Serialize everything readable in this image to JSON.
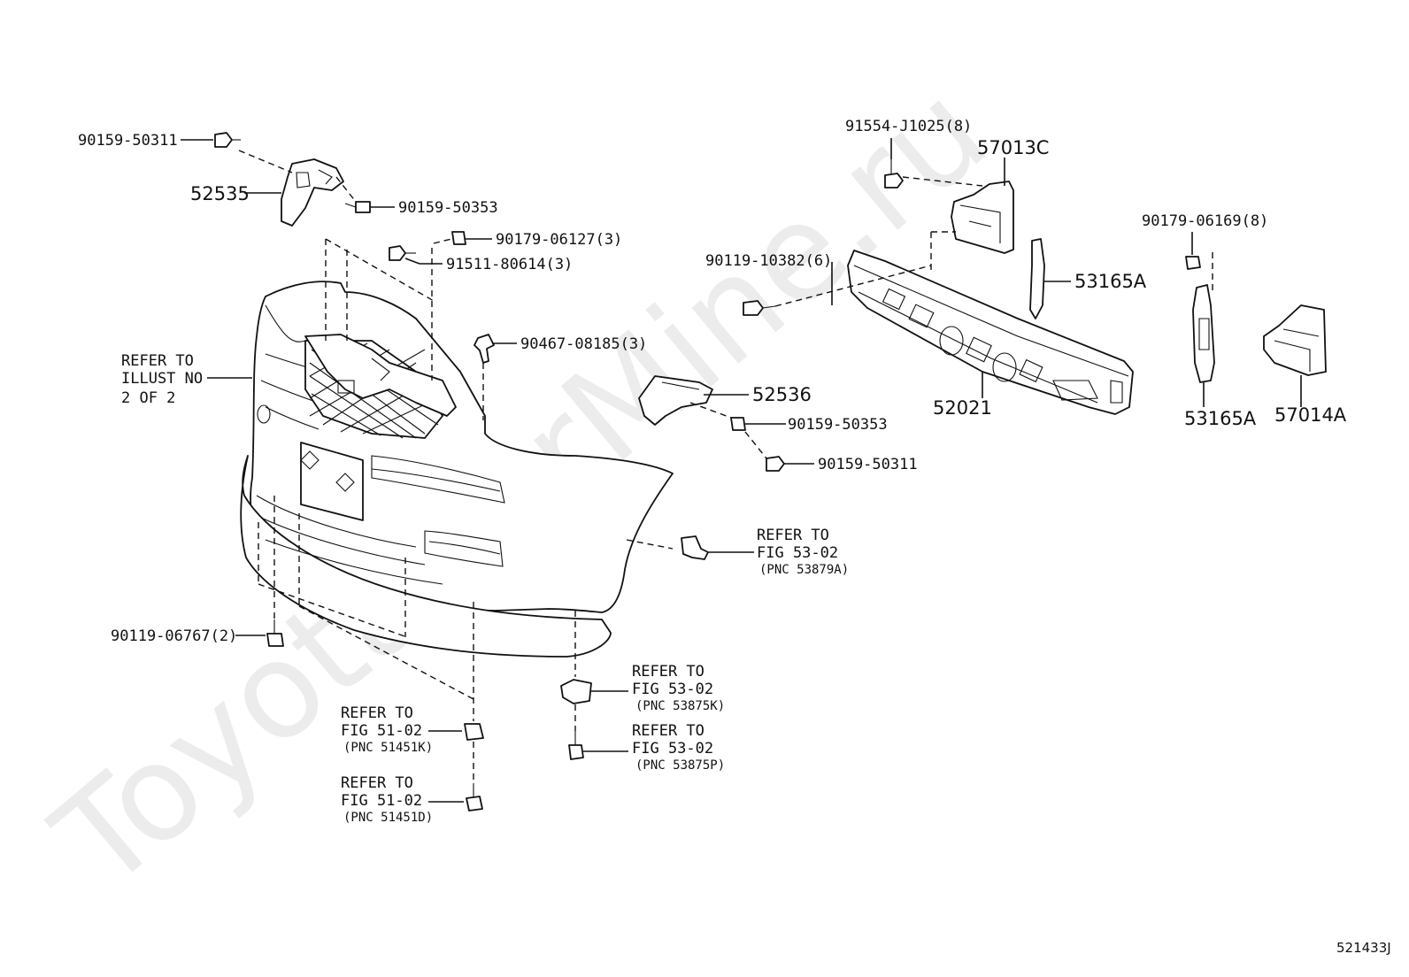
{
  "watermark": "ToyotaCarMine.ru",
  "diagram_code": "521433J",
  "labels": {
    "p90159_50311_top": "90159-50311",
    "p52535": "52535",
    "p90159_50353_top": "90159-50353",
    "p90179_06127": "90179-06127(3)",
    "p91511_80614": "91511-80614(3)",
    "p90467_08185": "90467-08185(3)",
    "refer_illust_1": "REFER TO",
    "refer_illust_2": "ILLUST NO",
    "refer_illust_3": "2 OF 2",
    "p52536": "52536",
    "p90159_50353_mid": "90159-50353",
    "p90159_50311_mid": "90159-50311",
    "p91554_j1025": "91554-J1025(8)",
    "p57013c": "57013C",
    "p90119_10382": "90119-10382(6)",
    "p53165a_top": "53165A",
    "p52021": "52021",
    "p90179_06169": "90179-06169(8)",
    "p53165a_bot": "53165A",
    "p57014a": "57014A",
    "ref53879a_1": "REFER TO",
    "ref53879a_2": "FIG 53-02",
    "ref53879a_3": "(PNC 53879A)",
    "p90119_06767": "90119-06767(2)",
    "ref53875k_1": "REFER TO",
    "ref53875k_2": "FIG 53-02",
    "ref53875k_3": "(PNC 53875K)",
    "ref53875p_1": "REFER TO",
    "ref53875p_2": "FIG 53-02",
    "ref53875p_3": "(PNC 53875P)",
    "ref51451k_1": "REFER TO",
    "ref51451k_2": "FIG 51-02",
    "ref51451k_3": "(PNC 51451K)",
    "ref51451d_1": "REFER TO",
    "ref51451d_2": "FIG 51-02",
    "ref51451d_3": "(PNC 51451D)"
  }
}
